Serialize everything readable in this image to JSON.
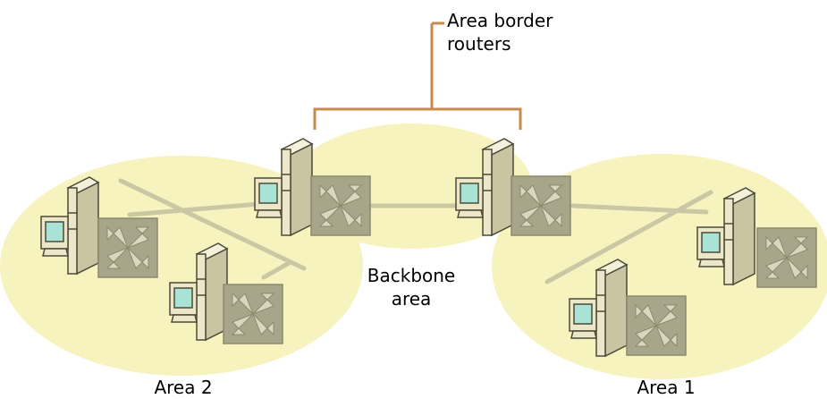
{
  "labels": {
    "area_border_routers_line1": "Area border",
    "area_border_routers_line2": "routers",
    "backbone_line1": "Backbone",
    "backbone_line2": "area",
    "area1": "Area 1",
    "area2": "Area 2"
  },
  "colors": {
    "area_fill": "#f7f3be",
    "link": "#c9c7a4",
    "bracket": "#c98a4d",
    "computer_body": "#ebe7c8",
    "computer_outline": "#4c4a38",
    "screen": "#a9e3d6",
    "router_fill": "#a8a68a",
    "router_arrows": "#d9d7bf"
  },
  "icons": [
    "computer-icon",
    "router-icon"
  ]
}
